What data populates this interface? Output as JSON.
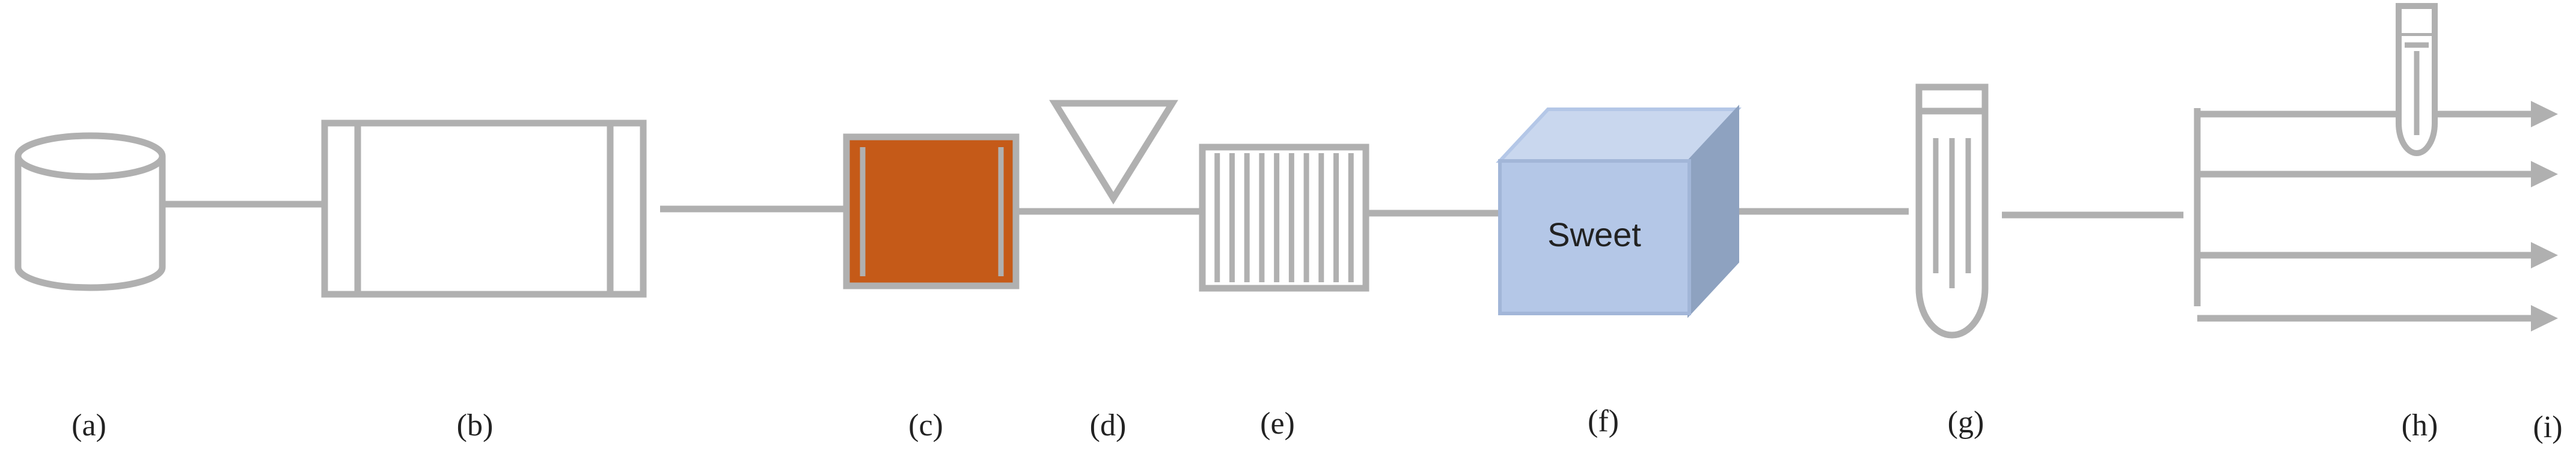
{
  "labels": {
    "a": "(a)",
    "b": "(b)",
    "c": "(c)",
    "d": "(d)",
    "e": "(e)",
    "f": "(f)",
    "g": "(g)",
    "h": "(h)",
    "i": "(i)"
  },
  "sweet_cube": {
    "text": "Sweet"
  },
  "colors": {
    "line": "#b0b0b0",
    "filter_fill": "#c55a18",
    "cube_front": "#b4c7e7",
    "cube_top": "#c9d7ee",
    "cube_side": "#8ea2c0"
  }
}
